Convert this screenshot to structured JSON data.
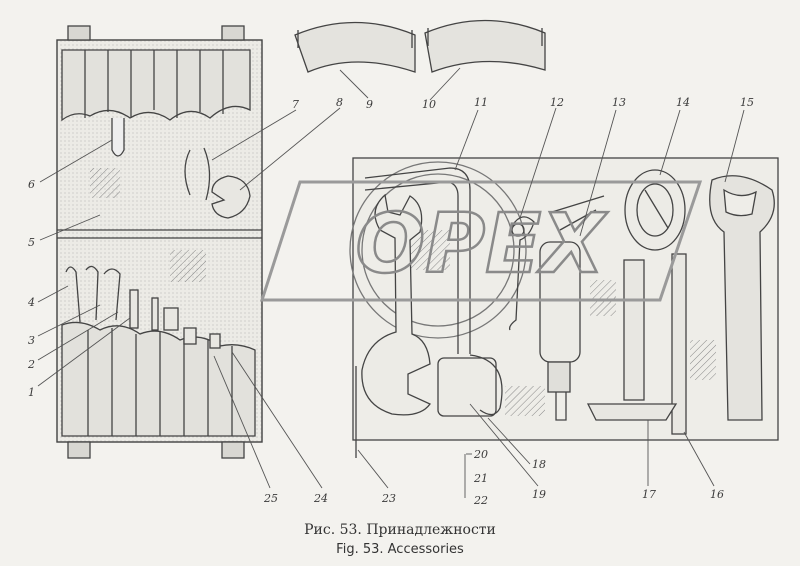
{
  "watermark": "OPEX",
  "caption": {
    "ru": "Рис. 53. Принадлежности",
    "en": "Fig. 53. Accessories"
  },
  "callouts": [
    "1",
    "2",
    "3",
    "4",
    "5",
    "6",
    "7",
    "8",
    "9",
    "10",
    "11",
    "12",
    "13",
    "14",
    "15",
    "16",
    "17",
    "18",
    "19",
    "20",
    "21",
    "22",
    "23",
    "24",
    "25"
  ]
}
